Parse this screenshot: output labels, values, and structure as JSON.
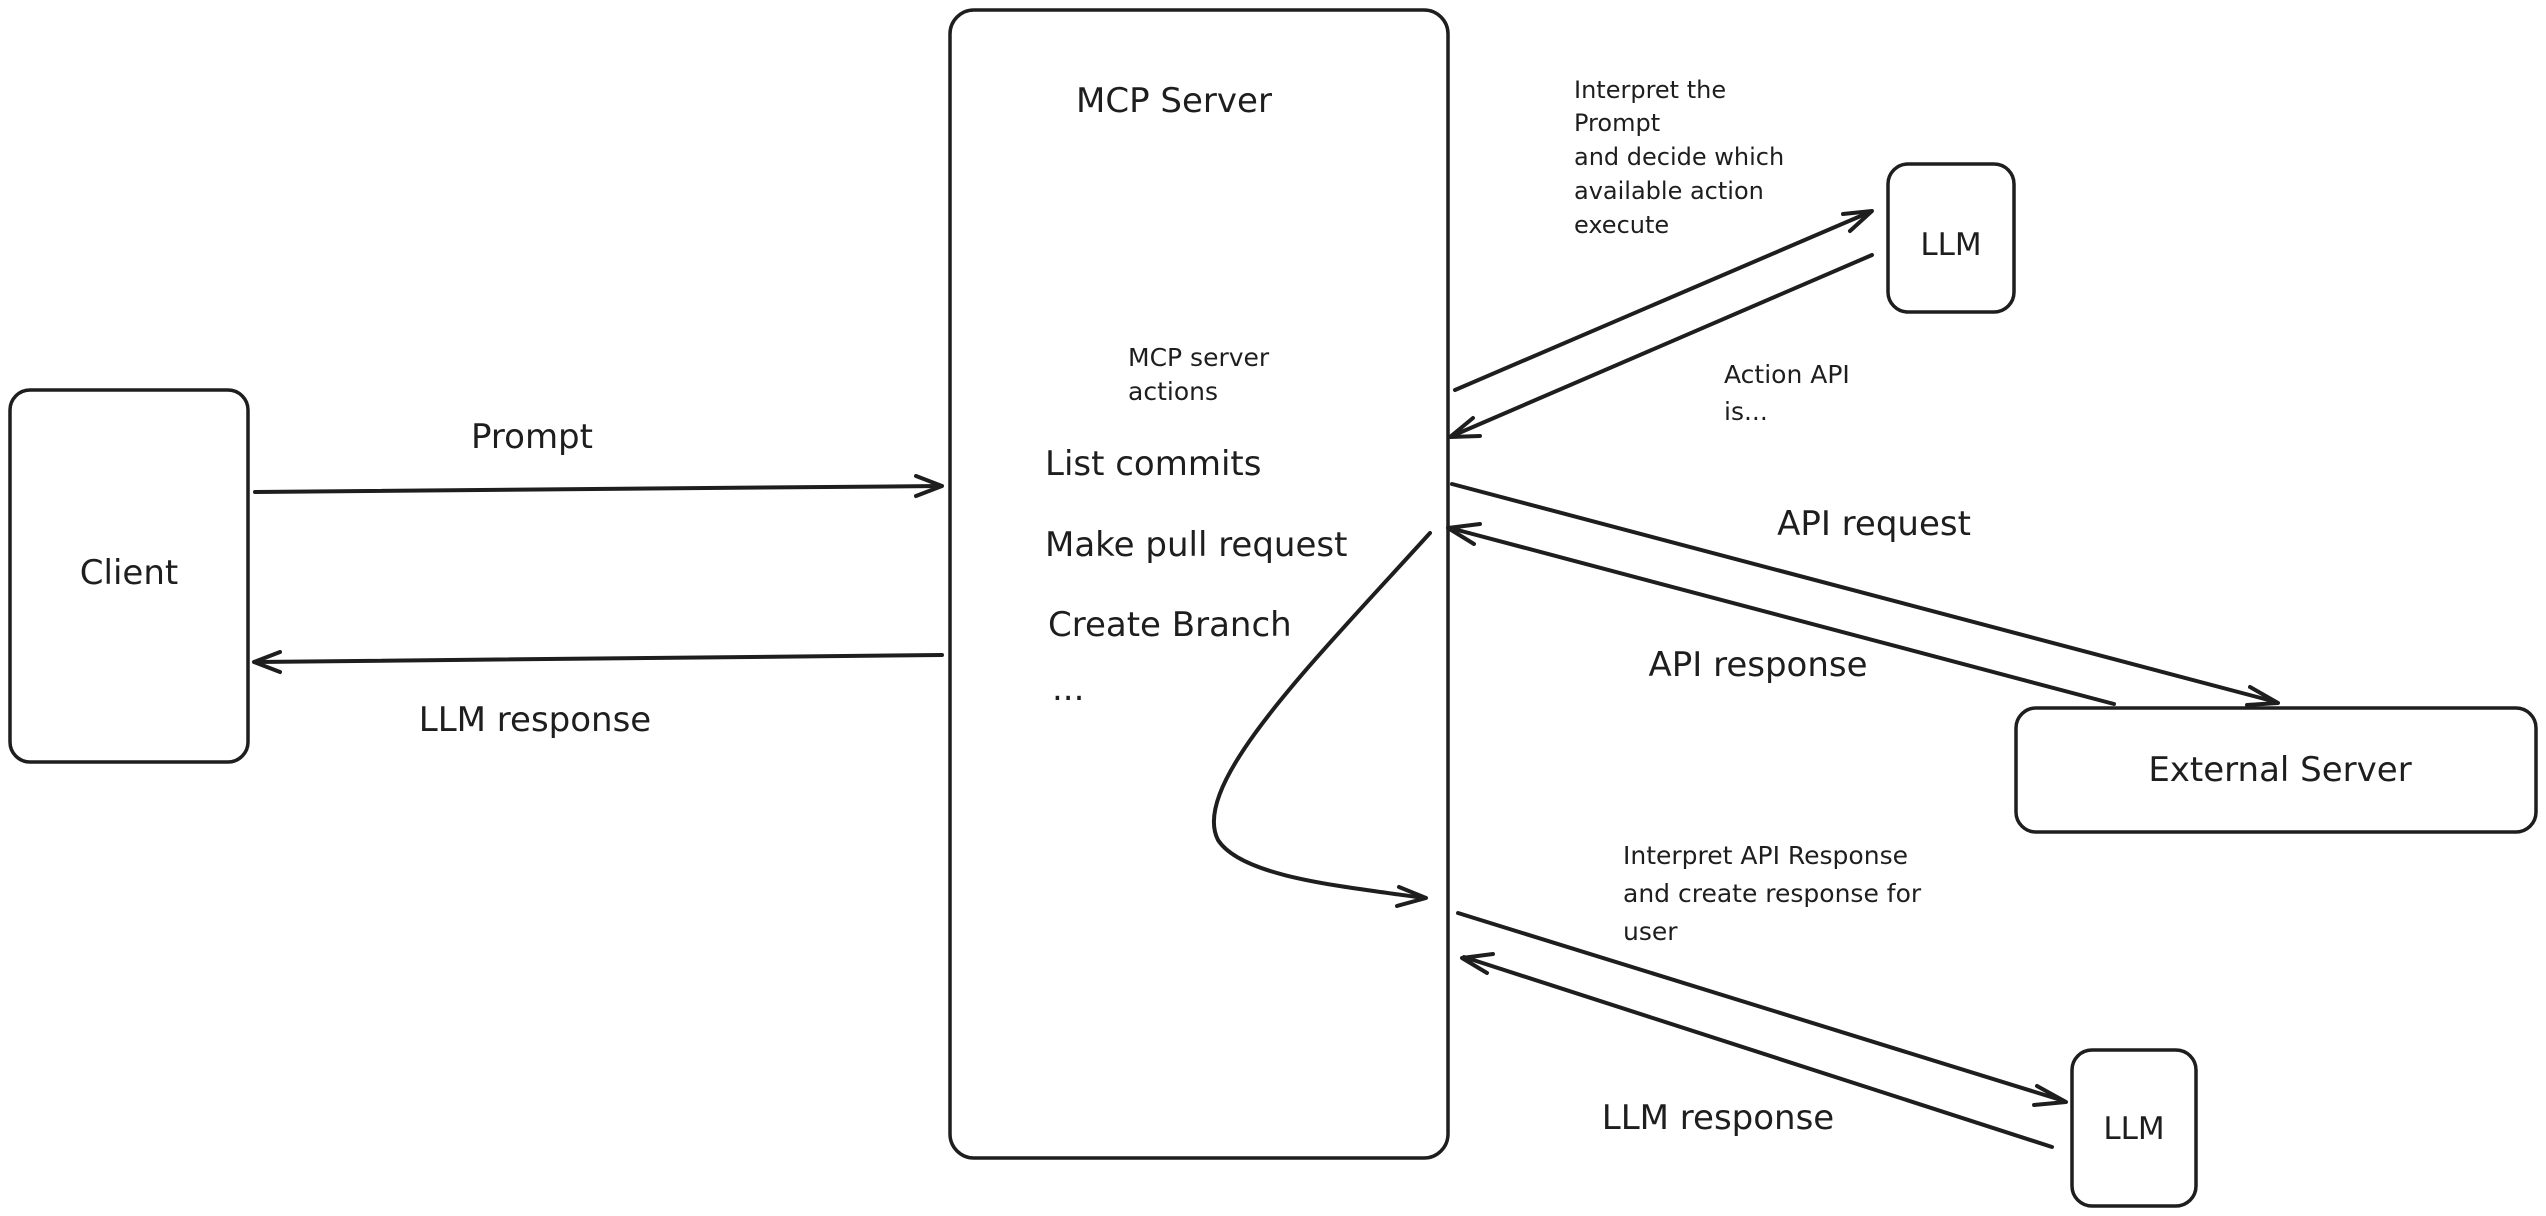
{
  "nodes": {
    "client": "Client",
    "mcp_server": "MCP Server",
    "llm_top": "LLM",
    "external_server": "External Server",
    "llm_bottom": "LLM"
  },
  "mcp_actions": {
    "heading": [
      "MCP server",
      "actions"
    ],
    "items": [
      "List commits",
      "Make pull request",
      "Create Branch",
      "..."
    ]
  },
  "edges": {
    "prompt": "Prompt",
    "llm_response_client": "LLM response",
    "interpret_prompt": [
      "Interpret the",
      "Prompt",
      "and decide which",
      "available action",
      "execute"
    ],
    "action_api": [
      "Action API",
      "is..."
    ],
    "api_request": "API request",
    "api_response": "API response",
    "interpret_api_response": [
      "Interpret API Response",
      "and create response for",
      "user"
    ],
    "llm_response_bottom": "LLM response"
  },
  "colors": {
    "stroke": "#1e1e1e",
    "background": "#ffffff"
  }
}
